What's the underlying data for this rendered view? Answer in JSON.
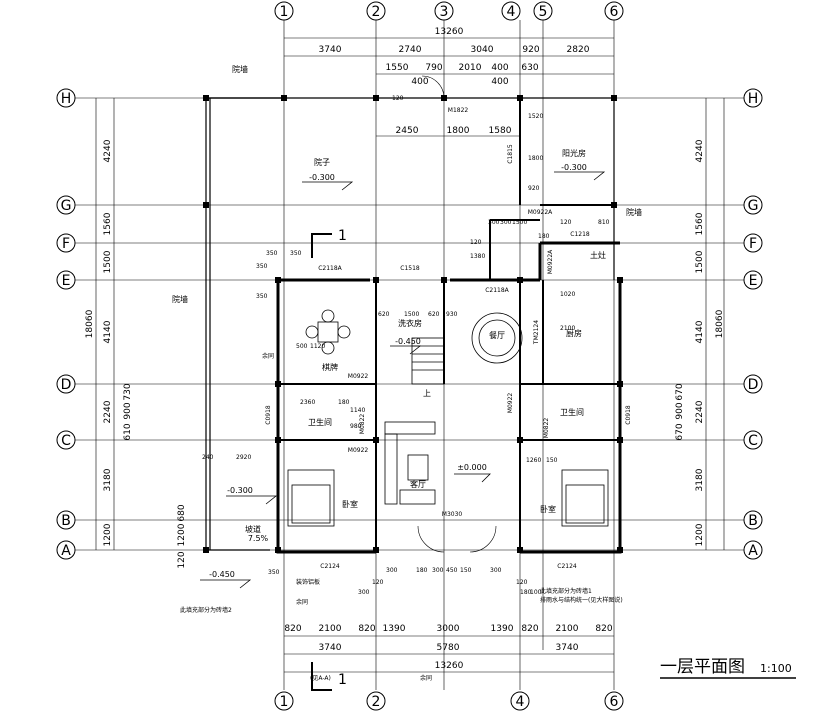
{
  "title": "一层平面图",
  "scale": "1:100",
  "axes": {
    "columns": [
      "1",
      "2",
      "3",
      "4",
      "5",
      "6"
    ],
    "rows": [
      "H",
      "G",
      "F",
      "E",
      "D",
      "C",
      "B",
      "A"
    ]
  },
  "dims": {
    "top_total": "13260",
    "top_spans": [
      "3740",
      "2740",
      "3040",
      "920",
      "2820"
    ],
    "top_sub": [
      "1550",
      "790",
      "2010",
      "400",
      "630"
    ],
    "top_small": [
      "400",
      "400"
    ],
    "mid_sub": [
      "2450",
      "1800",
      "1580"
    ],
    "bottom_total": "13260",
    "bottom_spans": [
      "3740",
      "5780",
      "3740"
    ],
    "bottom_sub": [
      "820",
      "2100",
      "820",
      "1390",
      "3000",
      "1390",
      "820",
      "2100",
      "820"
    ],
    "left_total": "18060",
    "left_spans": [
      "4240",
      "1560",
      "1500",
      "4140",
      "2240",
      "3180",
      "1200"
    ],
    "right_total": "18060",
    "right_spans": [
      "4240",
      "1560",
      "1500",
      "4140",
      "2240",
      "3180",
      "1200"
    ],
    "left_small": [
      "610",
      "900",
      "730",
      "680",
      "1200",
      "120"
    ],
    "right_small": [
      "670",
      "900",
      "670"
    ]
  },
  "rooms": [
    {
      "id": "yard",
      "label": "院子"
    },
    {
      "id": "yard-level",
      "label": "-0.300"
    },
    {
      "id": "sunroom",
      "label": "阳光房"
    },
    {
      "id": "sunroom-level",
      "label": "-0.300"
    },
    {
      "id": "chess",
      "label": "棋牌"
    },
    {
      "id": "laundry",
      "label": "洗衣房"
    },
    {
      "id": "laundry-level",
      "label": "-0.450"
    },
    {
      "id": "dining",
      "label": "餐厅"
    },
    {
      "id": "kitchen",
      "label": "厨房"
    },
    {
      "id": "wc-left",
      "label": "卫生间"
    },
    {
      "id": "wc-right",
      "label": "卫生间"
    },
    {
      "id": "living",
      "label": "客厅"
    },
    {
      "id": "living-level",
      "label": "±0.000"
    },
    {
      "id": "bed-left",
      "label": "卧室"
    },
    {
      "id": "bed-right",
      "label": "卧室"
    },
    {
      "id": "stove",
      "label": "土灶"
    },
    {
      "id": "up",
      "label": "上"
    },
    {
      "id": "yard-wall-1",
      "label": "院墙"
    },
    {
      "id": "yard-wall-2",
      "label": "院墙"
    },
    {
      "id": "yard-wall-3",
      "label": "院墙"
    },
    {
      "id": "level-left",
      "label": "-0.300"
    },
    {
      "id": "level-bottom",
      "label": "-0.450"
    },
    {
      "id": "ramp",
      "label": "坡道"
    },
    {
      "id": "ramp-slope",
      "label": "7.5%"
    }
  ],
  "doors": [
    "M1822",
    "M0922",
    "M0922",
    "M0922",
    "M0822",
    "M0822",
    "M3030",
    "M0922A",
    "M0922A",
    "TM2124"
  ],
  "windows": [
    "C2118A",
    "C1518",
    "C2118A",
    "C1218",
    "C0918",
    "C0918",
    "C2124",
    "C2124",
    "C1815"
  ],
  "misc_dims": [
    "350",
    "350",
    "350",
    "350",
    "120",
    "1380",
    "300",
    "300",
    "1500",
    "120",
    "810",
    "180",
    "500",
    "1120",
    "2360",
    "180",
    "1140",
    "980",
    "2920",
    "240",
    "620",
    "1500",
    "620",
    "930",
    "1020",
    "2100",
    "1260",
    "150",
    "1800",
    "920",
    "1520",
    "120",
    "350",
    "300",
    "120",
    "300",
    "180",
    "300",
    "450",
    "150",
    "300",
    "120",
    "180",
    "100"
  ],
  "notes": [
    "此填充部分为砖墙2",
    "此填充部分为砖墙1",
    "排雨水与结构统一(见大样图说)",
    "余同",
    "装饰铝板",
    "余同",
    "(见A-A)",
    "余同"
  ],
  "section_marks": [
    "1",
    "1"
  ]
}
